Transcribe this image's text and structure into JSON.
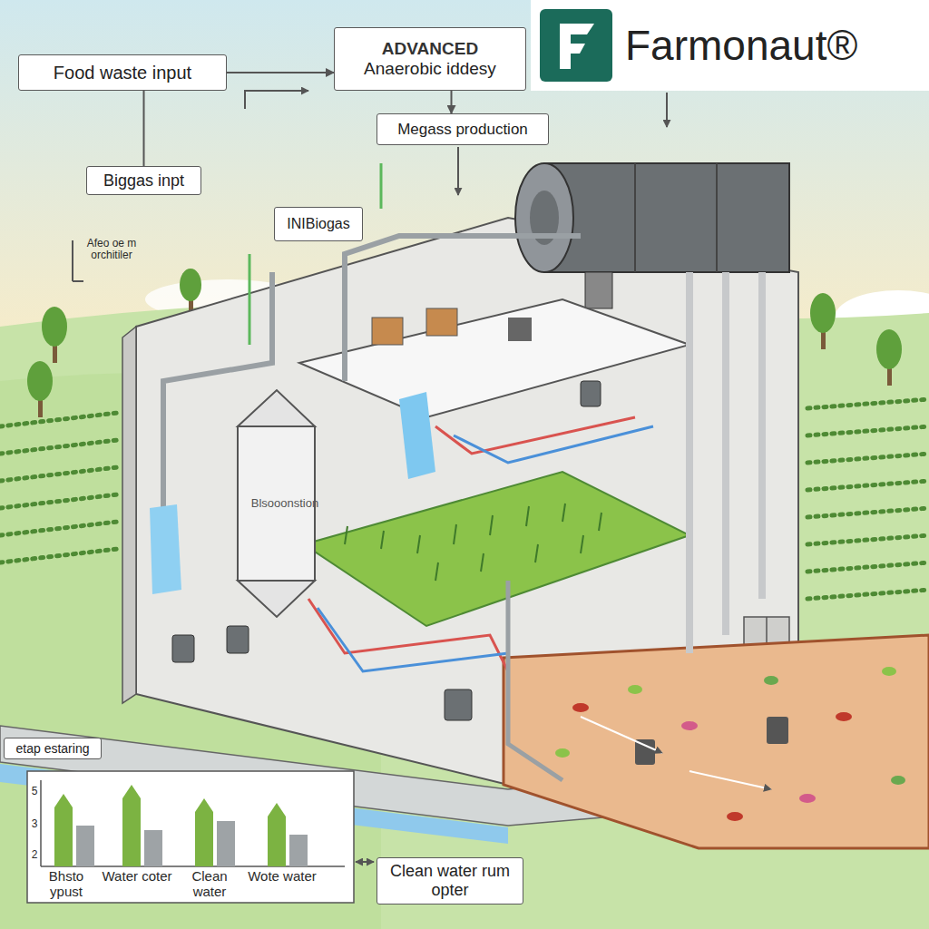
{
  "diagram": {
    "nodes": [
      {
        "text": [
          "Food waste input"
        ]
      },
      {
        "text": [
          "ADVANCED",
          "Anaerobic iddesy"
        ]
      },
      {
        "text": [
          "Farmonaut®"
        ]
      },
      {
        "text": [
          "Megass production"
        ]
      },
      {
        "text": [
          "Biggas inpt"
        ]
      },
      {
        "text": [
          "INIBiogas"
        ]
      },
      {
        "text": [
          "etap estaring"
        ]
      },
      {
        "text": [
          "Clean water rum opter"
        ]
      }
    ],
    "edges": [
      {
        "from": 0,
        "to": 1,
        "arrow": "to"
      },
      {
        "from": 0,
        "to": 4,
        "arrow": "none"
      },
      {
        "from": 1,
        "to": 3,
        "arrow": "to"
      }
    ],
    "labels": [
      "Afeo oe m orchitiler",
      "Blsooonstion",
      "Bhsto ypust",
      "Water coter",
      "Clean water",
      "Wote water",
      "5",
      "3",
      "2"
    ]
  }
}
